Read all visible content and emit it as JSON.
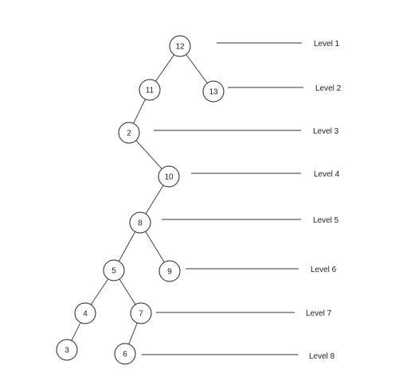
{
  "tree": {
    "nodes": [
      {
        "id": "n12",
        "label": "12"
      },
      {
        "id": "n11",
        "label": "11"
      },
      {
        "id": "n13",
        "label": "13"
      },
      {
        "id": "n2",
        "label": "2"
      },
      {
        "id": "n10",
        "label": "10"
      },
      {
        "id": "n8",
        "label": "8"
      },
      {
        "id": "n5",
        "label": "5"
      },
      {
        "id": "n9",
        "label": "9"
      },
      {
        "id": "n4",
        "label": "4"
      },
      {
        "id": "n7",
        "label": "7"
      },
      {
        "id": "n3",
        "label": "3"
      },
      {
        "id": "n6",
        "label": "6"
      }
    ],
    "edges": [
      [
        "n12",
        "n11"
      ],
      [
        "n12",
        "n13"
      ],
      [
        "n11",
        "n2"
      ],
      [
        "n2",
        "n10"
      ],
      [
        "n10",
        "n8"
      ],
      [
        "n8",
        "n5"
      ],
      [
        "n8",
        "n9"
      ],
      [
        "n5",
        "n4"
      ],
      [
        "n5",
        "n7"
      ],
      [
        "n4",
        "n3"
      ],
      [
        "n7",
        "n6"
      ]
    ]
  },
  "levels": [
    {
      "label": "Level 1"
    },
    {
      "label": "Level 2"
    },
    {
      "label": "Level 3"
    },
    {
      "label": "Level 4"
    },
    {
      "label": "Level 5"
    },
    {
      "label": "Level 6"
    },
    {
      "label": "Level 7"
    },
    {
      "label": "Level 8"
    }
  ]
}
